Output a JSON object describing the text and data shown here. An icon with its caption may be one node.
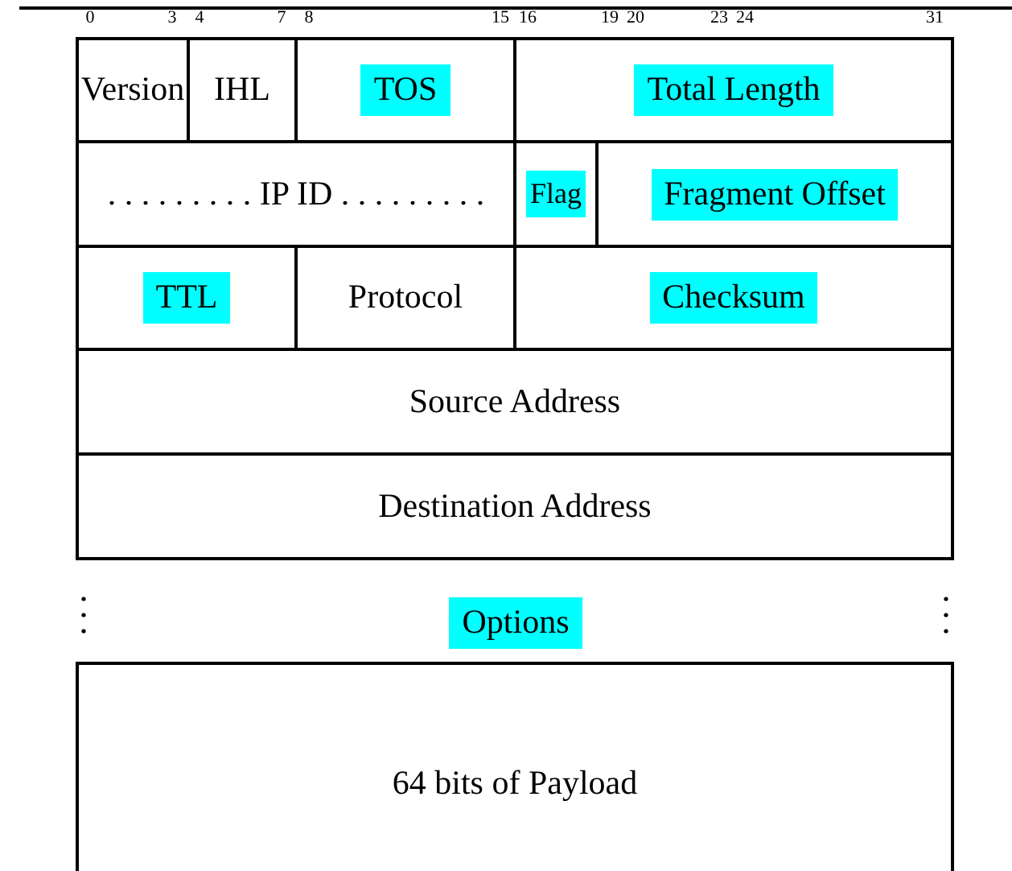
{
  "diagram": {
    "nodes": [
      {
        "text": [
          "Version"
        ]
      },
      {
        "text": [
          "IHL"
        ]
      },
      {
        "text": [
          "TOS"
        ]
      },
      {
        "text": [
          "Total Length"
        ]
      },
      {
        "text": [
          ". . . . . . . . . IP ID . . . . . . . . ."
        ]
      },
      {
        "text": [
          "Flag"
        ]
      },
      {
        "text": [
          "Fragment Offset"
        ]
      },
      {
        "text": [
          "TTL"
        ]
      },
      {
        "text": [
          "Protocol"
        ]
      },
      {
        "text": [
          "Checksum"
        ]
      },
      {
        "text": [
          "Source Address"
        ]
      },
      {
        "text": [
          "Destination Address"
        ]
      },
      {
        "text": [
          "Options"
        ]
      },
      {
        "text": [
          "64 bits of Payload"
        ]
      }
    ],
    "edges": [],
    "labels": [
      "0",
      "3",
      "4",
      "7",
      "8",
      "15",
      "16",
      "19",
      "20",
      "23",
      "24",
      "31"
    ]
  }
}
